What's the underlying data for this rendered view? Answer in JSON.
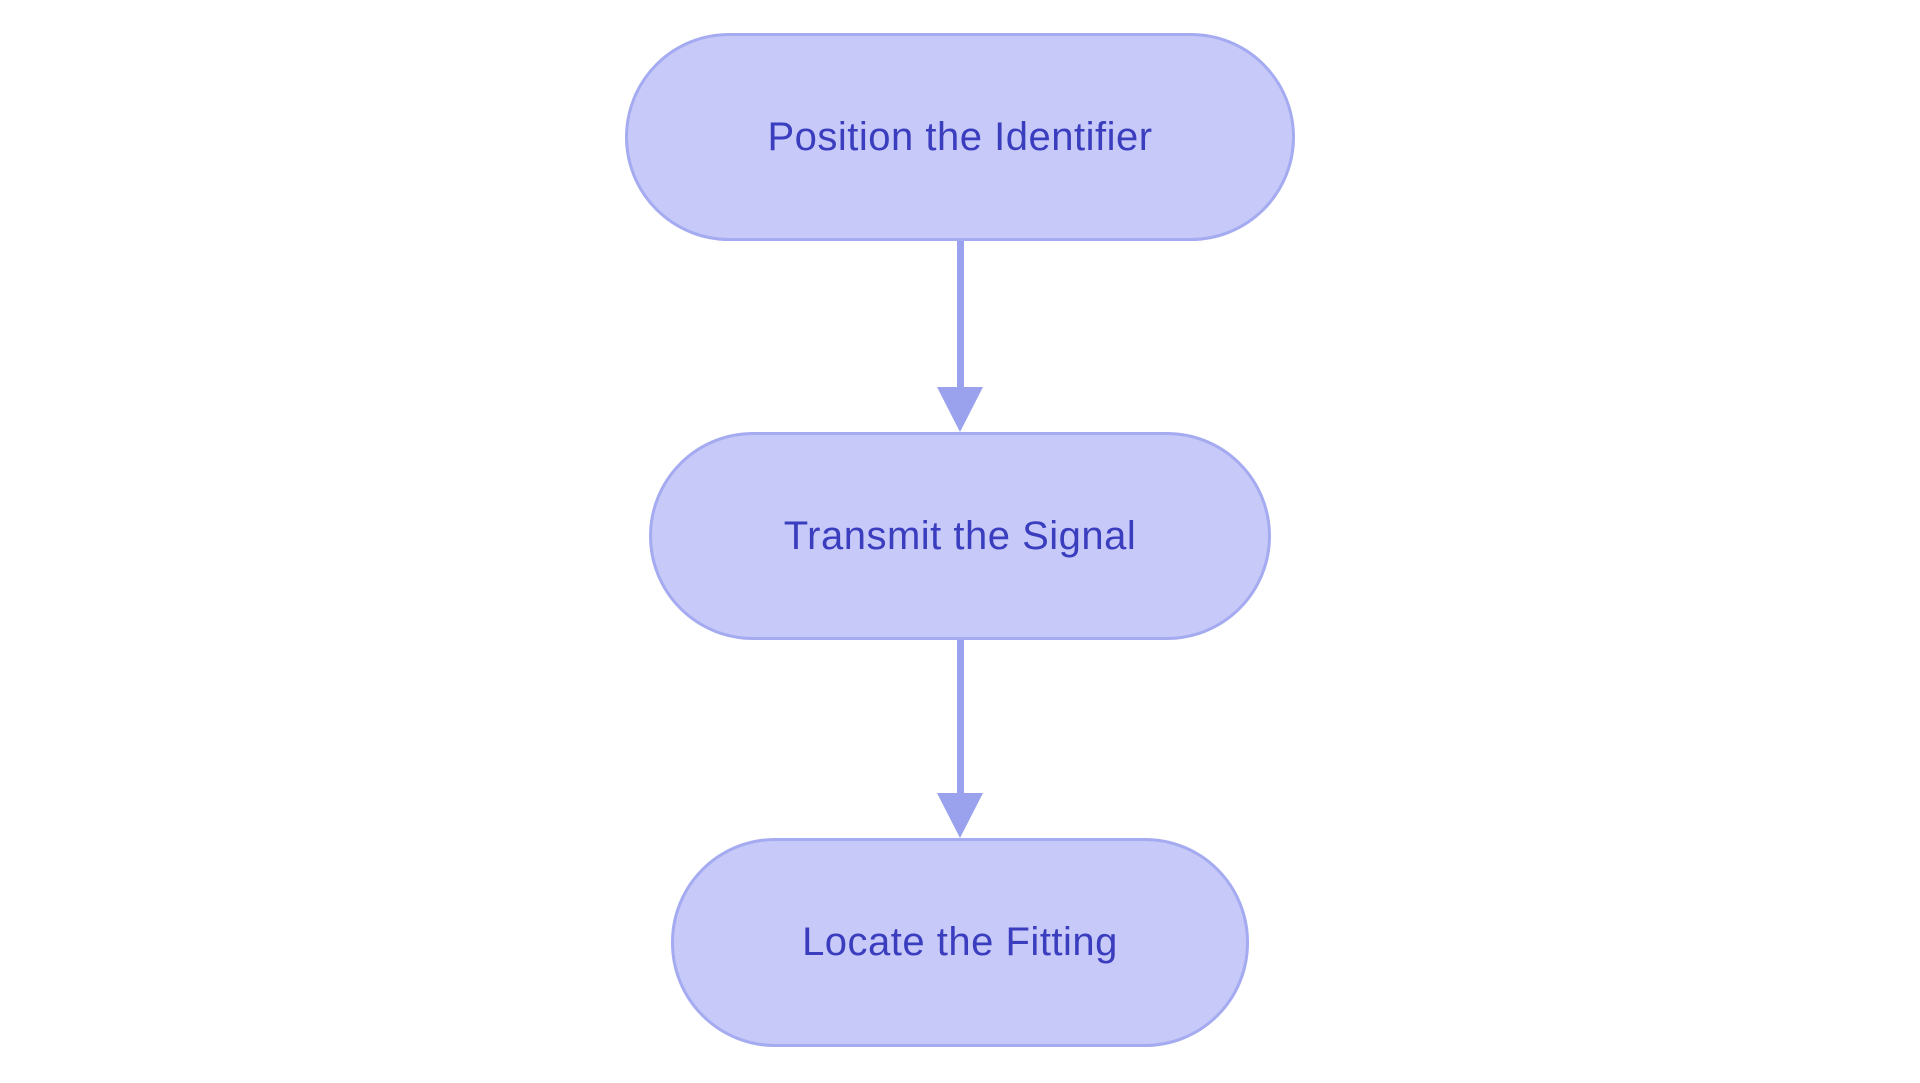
{
  "diagram": {
    "type": "flowchart",
    "direction": "top-down",
    "nodes": [
      {
        "id": "step-1",
        "label": "Position the Identifier",
        "shape": "stadium"
      },
      {
        "id": "step-2",
        "label": "Transmit the Signal",
        "shape": "stadium"
      },
      {
        "id": "step-3",
        "label": "Locate the Fitting",
        "shape": "stadium"
      }
    ],
    "edges": [
      {
        "from": "step-1",
        "to": "step-2",
        "style": "arrow-down"
      },
      {
        "from": "step-2",
        "to": "step-3",
        "style": "arrow-down"
      }
    ]
  },
  "colors": {
    "background": "#ffffff",
    "node_fill": "#c7c9f8",
    "node_border": "#a5abf0",
    "node_text": "#3a3dbe",
    "arrow": "#9aa1ed"
  }
}
